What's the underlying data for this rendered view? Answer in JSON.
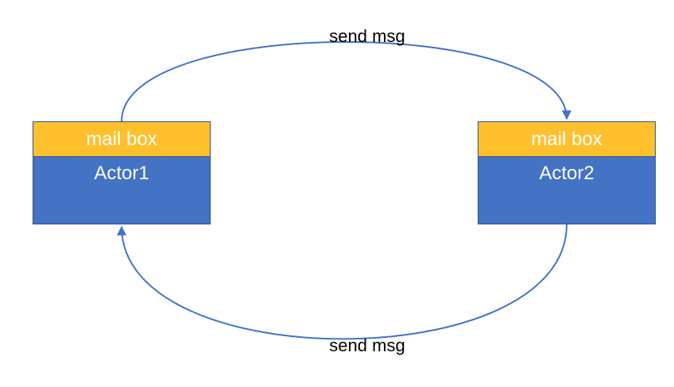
{
  "diagram": {
    "actors": [
      {
        "name": "Actor1",
        "mailbox_label": "mail box"
      },
      {
        "name": "Actor2",
        "mailbox_label": "mail box"
      }
    ],
    "messages": [
      {
        "label": "send msg",
        "from": "Actor1",
        "to": "Actor2"
      },
      {
        "label": "send msg",
        "from": "Actor2",
        "to": "Actor1"
      }
    ]
  },
  "colors": {
    "actor_fill": "#4472c4",
    "mailbox_fill": "#ffc02d",
    "arrow_stroke": "#4472c4",
    "text_on_shapes": "#ffffff"
  }
}
